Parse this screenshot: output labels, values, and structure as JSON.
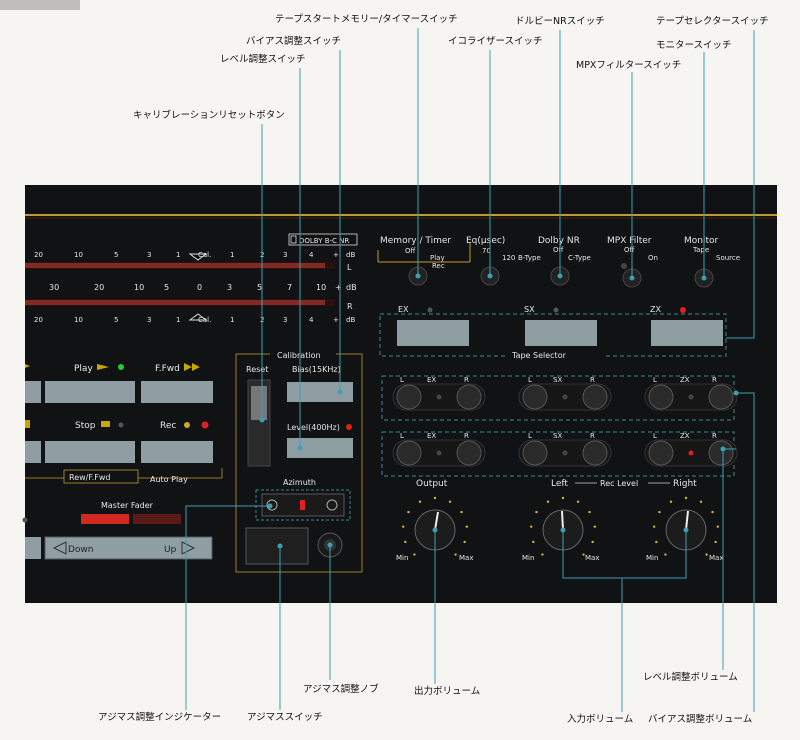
{
  "callouts": {
    "tape_start_memory_timer": "テープスタートメモリー/タイマースイッチ",
    "bias_adjust_switch": "バイアス調整スイッチ",
    "level_adjust_switch": "レベル調整スイッチ",
    "calibration_reset": "キャリブレーションリセットボタン",
    "equalizer_switch": "イコライザースイッチ",
    "dolby_nr_switch": "ドルビーNRスイッチ",
    "tape_selector_switch": "テープセレクタースイッチ",
    "monitor_switch": "モニタースイッチ",
    "mpx_filter_switch": "MPXフィルタースイッチ",
    "azimuth_indicator": "アジマス調整インジケーター",
    "azimuth_switch": "アジマススイッチ",
    "azimuth_knob": "アジマス調整ノブ",
    "output_volume": "出力ボリューム",
    "level_volume": "レベル調整ボリューム",
    "input_volume": "入力ボリューム",
    "bias_volume": "バイアス調整ボリューム"
  },
  "panel": {
    "meter_scale_top": [
      "20",
      "10",
      "5",
      "3",
      "1",
      "Cal.",
      "1",
      "2",
      "3",
      "4",
      "+",
      "dB"
    ],
    "meter_scale_mid": [
      "30",
      "20",
      "10",
      "5",
      "0",
      "3",
      "5",
      "7",
      "10",
      "+",
      "dB"
    ],
    "meter_scale_bot": [
      "20",
      "10",
      "5",
      "3",
      "1",
      "Cal.",
      "1",
      "2",
      "3",
      "4",
      "+",
      "dB"
    ],
    "meter_channels": [
      "L",
      "R"
    ],
    "dolby_badge": "DOLBY B-C NR",
    "memory_timer": {
      "title": "Memory / Timer",
      "opt1": "Off",
      "opt2": "Play",
      "opt3": "Rec"
    },
    "eq": {
      "title": "Eq(µsec)",
      "opt1": "70",
      "opt2": "120"
    },
    "dolby_nr": {
      "title": "Dolby NR",
      "opt1": "Off",
      "opt2": "B-Type",
      "opt3": "C-Type"
    },
    "mpx_filter": {
      "title": "MPX Filter",
      "opt1": "Off",
      "opt2": "On"
    },
    "monitor": {
      "title": "Monitor",
      "opt1": "Tape",
      "opt2": "Source"
    },
    "tape_types": [
      "EX",
      "SX",
      "ZX"
    ],
    "tape_selector_label": "Tape Selector",
    "trim_label_L": "L",
    "trim_label_R": "R",
    "transport": {
      "play": "Play",
      "ffwd": "F.Fwd",
      "stop": "Stop",
      "rec": "Rec",
      "rew_ffwd": "Rew/F.Fwd",
      "auto_play": "Auto Play"
    },
    "calibration": {
      "title": "Calibration",
      "reset": "Reset",
      "bias": "Bias(15KHz)",
      "level": "Level(400Hz)"
    },
    "azimuth": {
      "title": "Azimuth"
    },
    "master_fader": {
      "title": "Master Fader",
      "down": "Down",
      "up": "Up"
    },
    "rec_level": {
      "left": "Left",
      "title": "Rec Level",
      "right": "Right"
    },
    "output": {
      "title": "Output"
    },
    "min": "Min",
    "max": "Max"
  }
}
